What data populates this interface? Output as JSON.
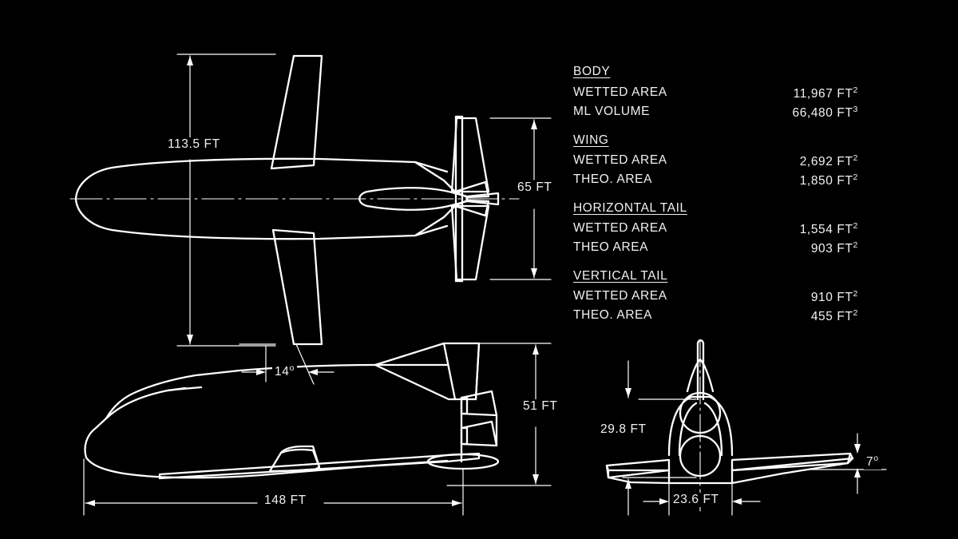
{
  "drawing": {
    "type": "aircraft-three-view-engineering-drawing",
    "background_color": "#000000",
    "line_color": "#ffffff"
  },
  "specs": {
    "groups": [
      {
        "title": "BODY",
        "rows": [
          {
            "label": "WETTED AREA",
            "value": "11,967 FT",
            "exp": "2"
          },
          {
            "label": "ML VOLUME",
            "value": "66,480 FT",
            "exp": "3"
          }
        ]
      },
      {
        "title": "WING",
        "rows": [
          {
            "label": "WETTED AREA",
            "value": "2,692 FT",
            "exp": "2"
          },
          {
            "label": "THEO. AREA",
            "value": "1,850 FT",
            "exp": "2"
          }
        ]
      },
      {
        "title": "HORIZONTAL TAIL",
        "rows": [
          {
            "label": "WETTED AREA",
            "value": "1,554 FT",
            "exp": "2"
          },
          {
            "label": "THEO AREA",
            "value": "903 FT",
            "exp": "2"
          }
        ]
      },
      {
        "title": "VERTICAL TAIL",
        "rows": [
          {
            "label": "WETTED AREA",
            "value": "910 FT",
            "exp": "2"
          },
          {
            "label": "THEO. AREA",
            "value": "455 FT",
            "exp": "2"
          }
        ]
      }
    ]
  },
  "dimensions": {
    "span": "113.5 FT",
    "htail_span": "65 FT",
    "wing_sweep": "14",
    "height": "51 FT",
    "length": "148 FT",
    "fin_height": "29.8 FT",
    "engine_spacing": "23.6 FT",
    "dihedral": "7",
    "degree_symbol": "o"
  }
}
